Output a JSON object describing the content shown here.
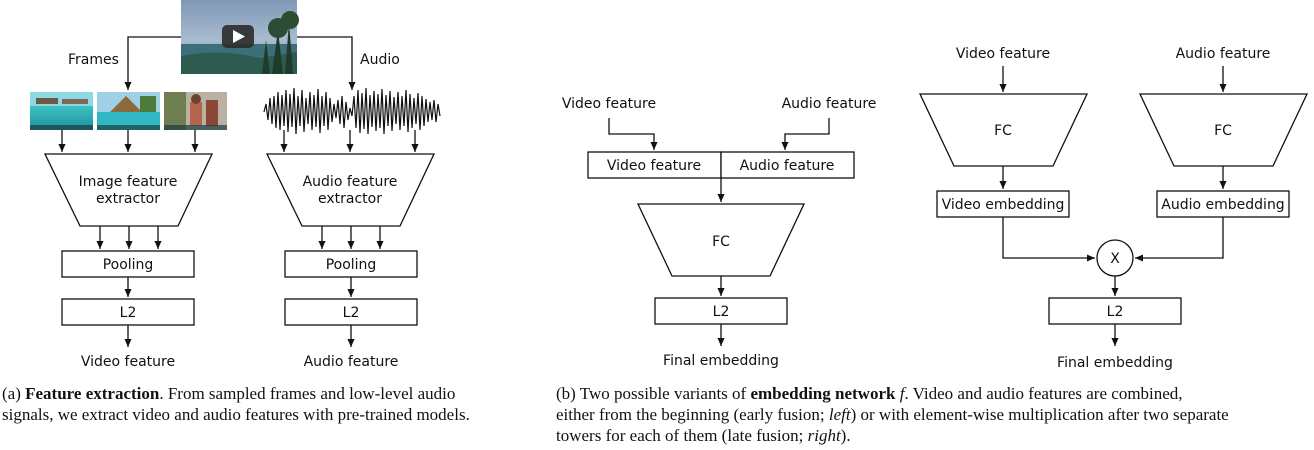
{
  "panel_a": {
    "frames_label": "Frames",
    "audio_label": "Audio",
    "image_extractor": [
      "Image feature",
      "extractor"
    ],
    "audio_extractor": [
      "Audio feature",
      "extractor"
    ],
    "pooling": "Pooling",
    "l2": "L2",
    "video_output": "Video feature",
    "audio_output": "Audio feature"
  },
  "panel_b_early": {
    "video_input": "Video feature",
    "audio_input": "Audio feature",
    "concat_video": "Video feature",
    "concat_audio": "Audio feature",
    "fc": "FC",
    "l2": "L2",
    "output": "Final embedding"
  },
  "panel_b_late": {
    "video_input": "Video feature",
    "audio_input": "Audio feature",
    "fc_video": "FC",
    "fc_audio": "FC",
    "video_embedding": "Video embedding",
    "audio_embedding": "Audio embedding",
    "multiply": "X",
    "l2": "L2",
    "output": "Final embedding"
  },
  "caption_a": {
    "tag": "(a)",
    "title": "Feature extraction",
    "text_1": ". From sampled frames and low-level audio signals, we extract video and audio features with pre-trained models."
  },
  "caption_b": {
    "tag": "(b)",
    "text_1": "Two possible variants of",
    "title": "embedding network",
    "symbol": "f",
    "text_2": ". Video and audio features are combined,",
    "line_2a": "either from the beginning (early fusion;",
    "left_word": "left",
    "line_2b": ") or with element-wise multiplication after two separate",
    "line_3a": "towers for each of them (late fusion;",
    "right_word": "right",
    "line_3b": ")."
  }
}
